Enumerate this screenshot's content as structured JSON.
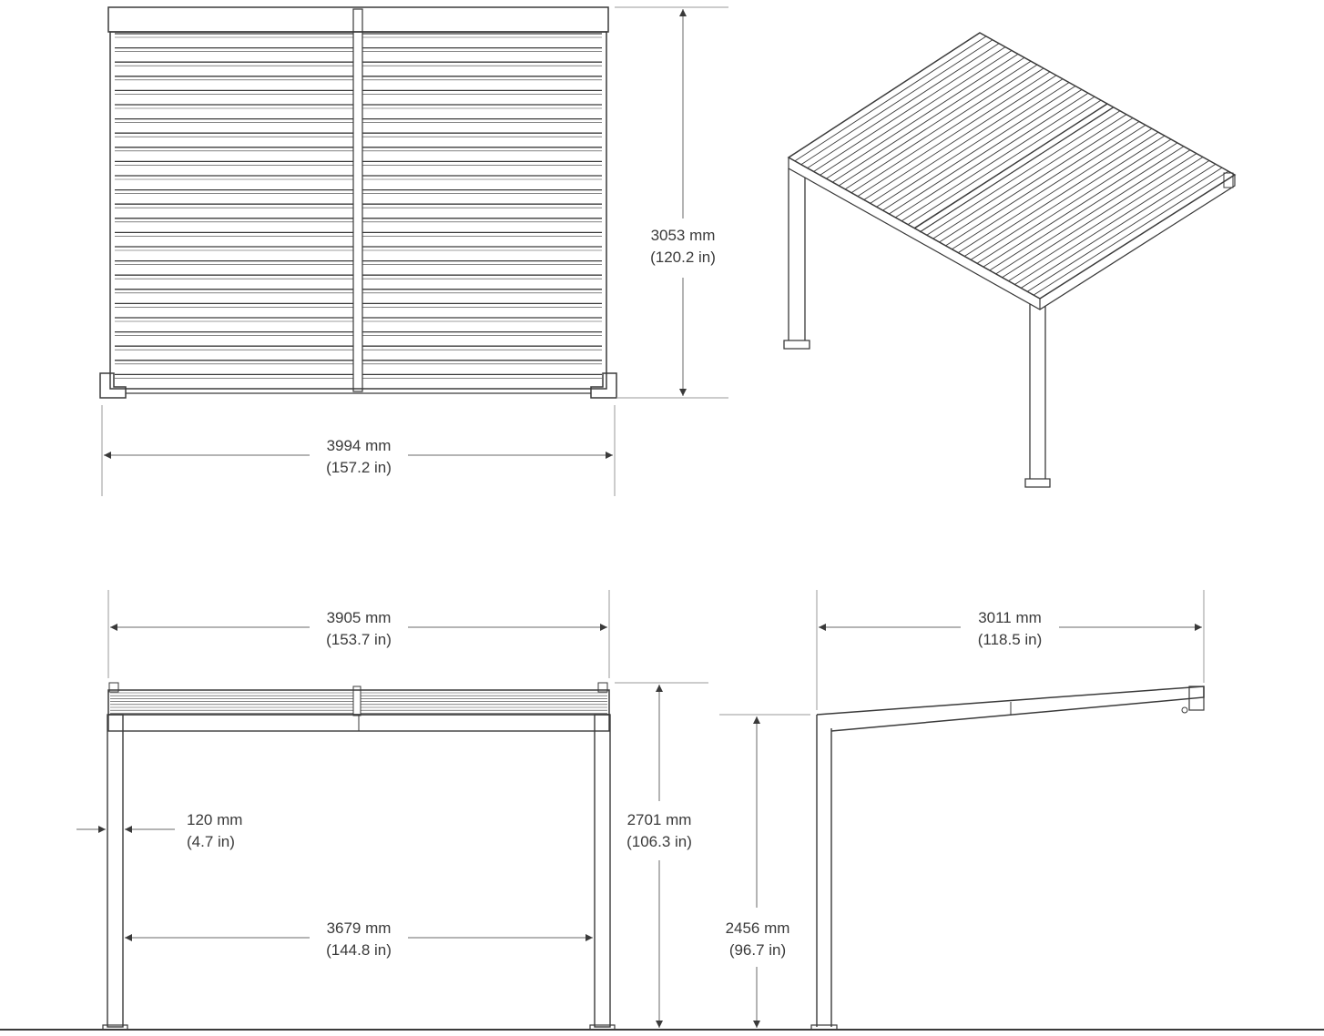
{
  "views": {
    "top": {
      "name": "top-view"
    },
    "iso": {
      "name": "isometric-view"
    },
    "front": {
      "name": "front-view"
    },
    "side": {
      "name": "side-view"
    }
  },
  "dimensions": {
    "top_depth": {
      "mm": "3053 mm",
      "in": "(120.2 in)"
    },
    "top_width": {
      "mm": "3994 mm",
      "in": "(157.2 in)"
    },
    "front_width": {
      "mm": "3905 mm",
      "in": "(153.7 in)"
    },
    "front_height": {
      "mm": "2701 mm",
      "in": "(106.3 in)"
    },
    "post_width": {
      "mm": "120 mm",
      "in": "(4.7 in)"
    },
    "inner_width": {
      "mm": "3679 mm",
      "in": "(144.8 in)"
    },
    "side_depth": {
      "mm": "3011 mm",
      "in": "(118.5 in)"
    },
    "side_height": {
      "mm": "2456 mm",
      "in": "(96.7 in)"
    }
  },
  "colors": {
    "line": "#3a3a3a",
    "dim": "#6a6a6a"
  }
}
